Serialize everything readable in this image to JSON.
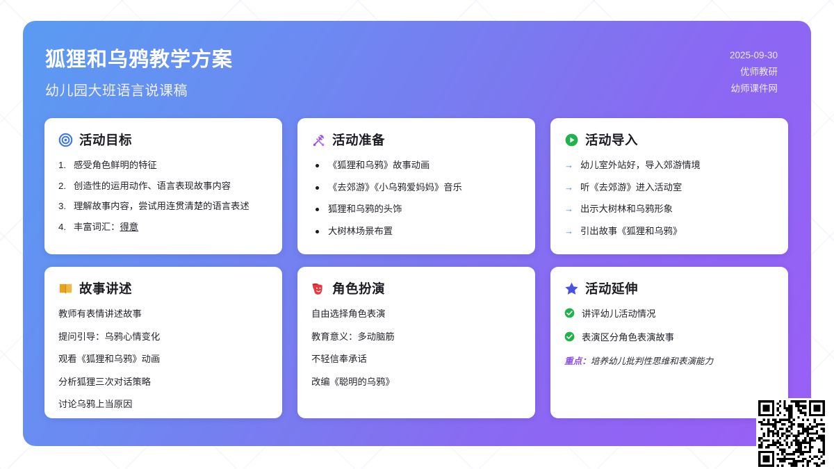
{
  "header": {
    "title": "狐狸和乌鸦教学方案",
    "subtitle": "幼儿园大班语言说课稿",
    "date": "2025-09-30",
    "org": "优师教研",
    "site": "幼师课件网"
  },
  "theme": {
    "gradient_start": "#5a9bf2",
    "gradient_end": "#9a5ef6",
    "card_bg": "#ffffff",
    "text": "#25252c",
    "accent_blue": "#4a7bef",
    "accent_purple": "#8b4fe8",
    "accent_green": "#22b24c"
  },
  "cards": [
    {
      "id": "objectives",
      "icon": "target-icon",
      "icon_color": "#3b73e8",
      "title": "活动目标",
      "list_style": "numbered",
      "items": [
        {
          "num": "1.",
          "text": "感受角色鲜明的特征"
        },
        {
          "num": "2.",
          "text": "创造性的运用动作、语言表现故事内容"
        },
        {
          "num": "3.",
          "text": "理解故事内容，尝试用连贯清楚的语言表述"
        },
        {
          "num": "4.",
          "text": "丰富词汇：",
          "emphasis": "得意"
        }
      ]
    },
    {
      "id": "preparation",
      "icon": "tools-icon",
      "icon_color": "#9b4ff0",
      "title": "活动准备",
      "list_style": "dotted",
      "items": [
        {
          "text": "《狐狸和乌鸦》故事动画"
        },
        {
          "text": "《去郊游》《小乌鸦爱妈妈》音乐"
        },
        {
          "text": "狐狸和乌鸦的头饰"
        },
        {
          "text": "大树林场景布置"
        }
      ]
    },
    {
      "id": "introduction",
      "icon": "play-circle-icon",
      "icon_color": "#22b24c",
      "title": "活动导入",
      "list_style": "arrowed",
      "items": [
        {
          "arrow": "→",
          "text": "幼儿室外站好，导入郊游情境"
        },
        {
          "arrow": "→",
          "text": "听《去郊游》进入活动室"
        },
        {
          "arrow": "→",
          "text": "出示大树林和乌鸦形象"
        },
        {
          "arrow": "→",
          "text": "引出故事《狐狸和乌鸦》"
        }
      ]
    },
    {
      "id": "storytelling",
      "icon": "open-book-icon",
      "icon_color": "#e8a21c",
      "title": "故事讲述",
      "list_style": "plain",
      "items": [
        {
          "text": "教师有表情讲述故事"
        },
        {
          "text": "提问引导：乌鸦心情变化"
        },
        {
          "text": "观看《狐狸和乌鸦》动画"
        },
        {
          "text": "分析狐狸三次对话策略"
        },
        {
          "text": "讨论乌鸦上当原因"
        }
      ]
    },
    {
      "id": "roleplay",
      "icon": "theater-masks-icon",
      "icon_color": "#e03b3b",
      "title": "角色扮演",
      "list_style": "plain",
      "items": [
        {
          "text": "自由选择角色表演"
        },
        {
          "text": "教育意义：多动脑筋"
        },
        {
          "text": "不轻信奉承话"
        },
        {
          "text": "改编《聪明的乌鸦》"
        }
      ]
    },
    {
      "id": "extension",
      "icon": "star-icon",
      "icon_color": "#4a52e0",
      "title": "活动延伸",
      "list_style": "checked",
      "items": [
        {
          "text": "讲评幼儿活动情况"
        },
        {
          "text": "表演区分角色表演故事"
        }
      ],
      "keynote_label": "重点：",
      "keynote_text": "培养幼儿批判性思维和表演能力"
    }
  ]
}
